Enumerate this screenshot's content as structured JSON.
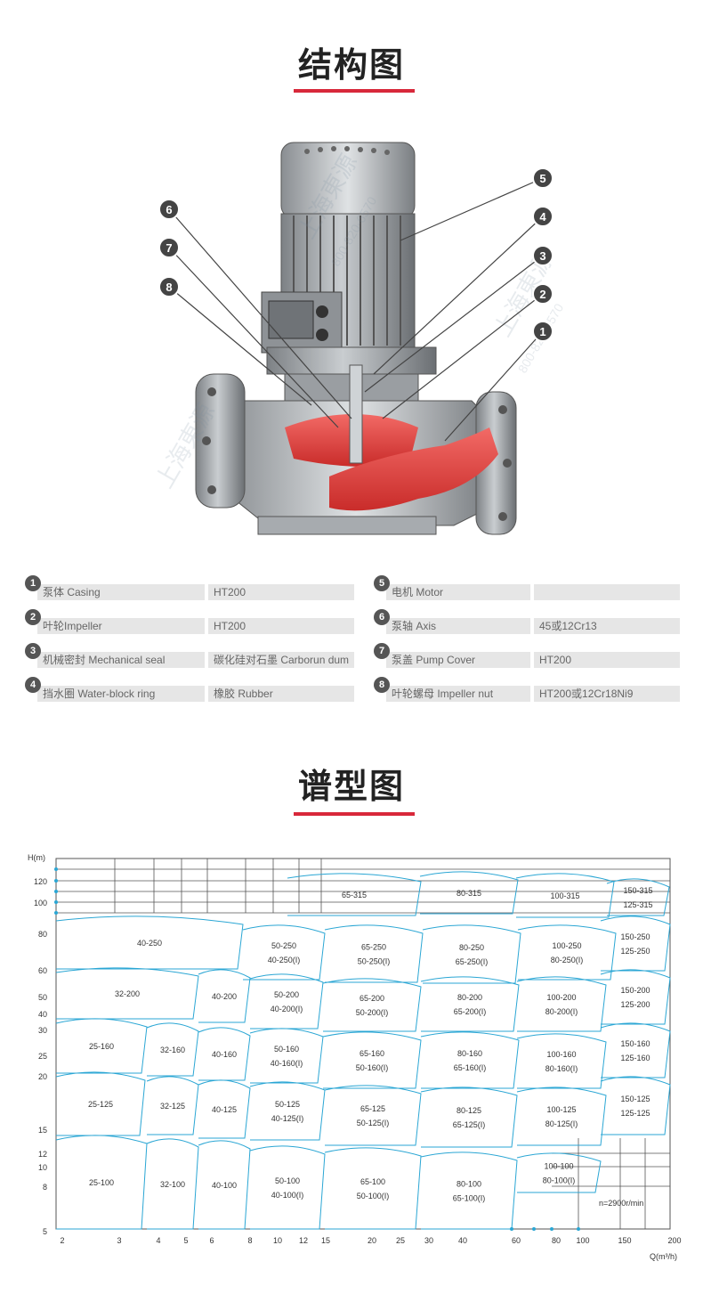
{
  "section1": {
    "title": "结构图"
  },
  "parts": [
    {
      "num": "1",
      "name": "泵体 Casing",
      "material": "HT200"
    },
    {
      "num": "2",
      "name": "叶轮Impeller",
      "material": "HT200"
    },
    {
      "num": "3",
      "name": "机械密封 Mechanical seal",
      "material": "碳化硅对石墨 Carborun dum"
    },
    {
      "num": "4",
      "name": "挡水圈 Water-block ring",
      "material": "橡胶 Rubber"
    },
    {
      "num": "5",
      "name": "电机 Motor",
      "material": ""
    },
    {
      "num": "6",
      "name": "泵轴 Axis",
      "material": "45或12Cr13"
    },
    {
      "num": "7",
      "name": "泵盖 Pump Cover",
      "material": "HT200"
    },
    {
      "num": "8",
      "name": "叶轮螺母 Impeller nut",
      "material": "HT200或12Cr18Ni9"
    }
  ],
  "callouts": [
    "1",
    "2",
    "3",
    "4",
    "5",
    "6",
    "7",
    "8"
  ],
  "watermark": {
    "line1": "上海東源",
    "line2": "800-820-6570"
  },
  "section2": {
    "title": "谱型图"
  },
  "chart_data": {
    "type": "other",
    "x_ticks": [
      "2",
      "3",
      "4",
      "5",
      "6",
      "8",
      "10",
      "12",
      "15",
      "20",
      "25",
      "30",
      "40",
      "60",
      "80",
      "100",
      "150",
      "200"
    ],
    "y_ticks": [
      "120",
      "100",
      "80",
      "60",
      "50",
      "40",
      "30",
      "25",
      "20",
      "15",
      "12",
      "10",
      "8",
      "5"
    ],
    "ylabel": "H(m)",
    "xlabel": "Q(m³/h)",
    "note": "n=2900r/min",
    "regions": [
      [
        "65-315"
      ],
      [
        "80-315"
      ],
      [
        "100-315"
      ],
      [
        "150-315",
        "125-315"
      ],
      [
        "40-250"
      ],
      [
        "50-250",
        "40-250(I)"
      ],
      [
        "65-250",
        "50-250(I)"
      ],
      [
        "80-250",
        "65-250(I)"
      ],
      [
        "100-250",
        "80-250(I)"
      ],
      [
        "150-250",
        "125-250"
      ],
      [
        "32-200"
      ],
      [
        "40-200"
      ],
      [
        "50-200",
        "40-200(I)"
      ],
      [
        "65-200",
        "50-200(I)"
      ],
      [
        "80-200",
        "65-200(I)"
      ],
      [
        "100-200",
        "80-200(I)"
      ],
      [
        "150-200",
        "125-200"
      ],
      [
        "25-160"
      ],
      [
        "32-160"
      ],
      [
        "40-160"
      ],
      [
        "50-160",
        "40-160(I)"
      ],
      [
        "65-160",
        "50-160(I)"
      ],
      [
        "80-160",
        "65-160(I)"
      ],
      [
        "100-160",
        "80-160(I)"
      ],
      [
        "150-160",
        "125-160"
      ],
      [
        "25-125"
      ],
      [
        "32-125"
      ],
      [
        "40-125"
      ],
      [
        "50-125",
        "40-125(I)"
      ],
      [
        "65-125",
        "50-125(I)"
      ],
      [
        "80-125",
        "65-125(I)"
      ],
      [
        "100-125",
        "80-125(I)"
      ],
      [
        "150-125",
        "125-125"
      ],
      [
        "25-100"
      ],
      [
        "32-100"
      ],
      [
        "40-100"
      ],
      [
        "50-100",
        "40-100(I)"
      ],
      [
        "65-100",
        "50-100(I)"
      ],
      [
        "80-100",
        "65-100(I)"
      ],
      [
        "100-100",
        "80-100(I)"
      ]
    ]
  },
  "colors": {
    "accent": "#d8283a",
    "curve": "#2aa6d4",
    "grid": "#555555",
    "casing_red": "#e0403e"
  }
}
